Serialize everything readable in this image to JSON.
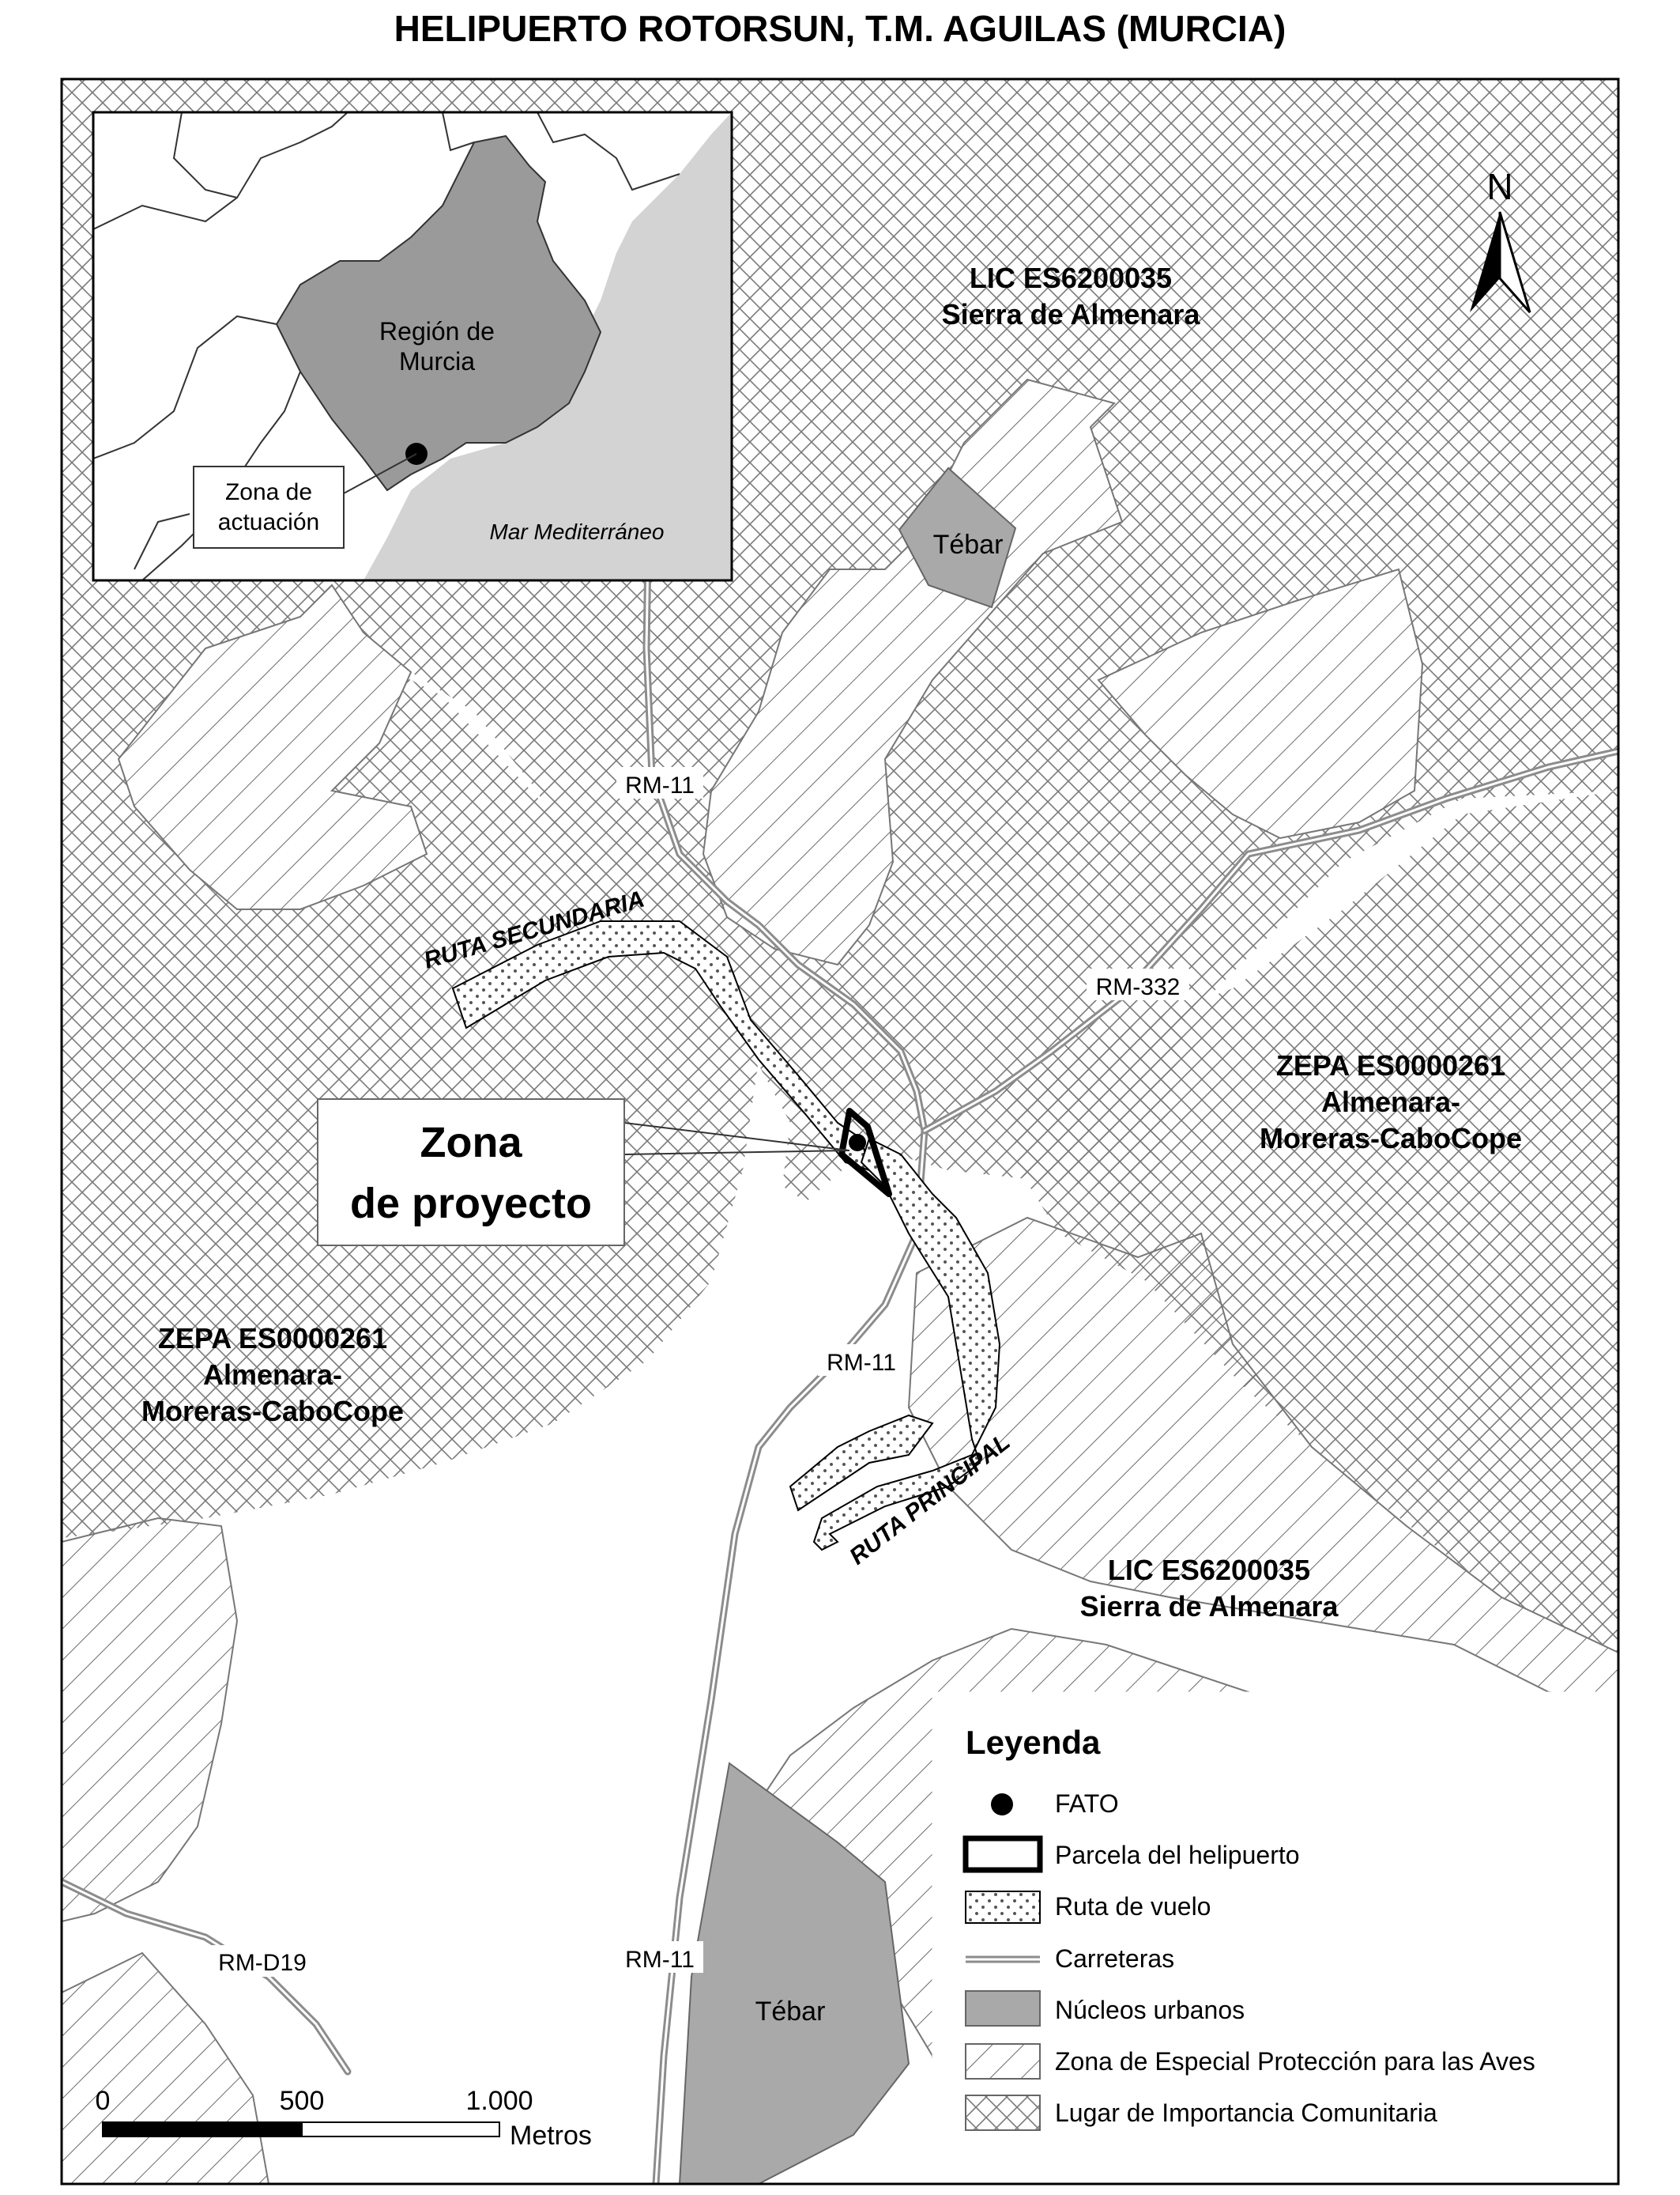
{
  "title": "HELIPUERTO ROTORSUN, T.M. AGUILAS (MURCIA)",
  "inset": {
    "region_label_1": "Región de",
    "region_label_2": "Murcia",
    "sea_label": "Mar Mediterráneo",
    "callout_1": "Zona de",
    "callout_2": "actuación"
  },
  "north_arrow": {
    "label": "N",
    "icon": "north-arrow-icon"
  },
  "labels": {
    "lic_north_1": "LIC ES6200035",
    "lic_north_2": "Sierra de Almenara",
    "lic_south_1": "LIC ES6200035",
    "lic_south_2": "Sierra de Almenara",
    "zepa_east_1": "ZEPA ES0000261",
    "zepa_east_2": "Almenara-",
    "zepa_east_3": "Moreras-CaboCope",
    "zepa_west_1": "ZEPA ES0000261",
    "zepa_west_2": "Almenara-",
    "zepa_west_3": "Moreras-CaboCope",
    "tebar_north": "Tébar",
    "tebar_south": "Tébar",
    "route_secondary": "RUTA SECUNDARIA",
    "route_main": "RUTA PRINCIPAL",
    "project_1": "Zona",
    "project_2": "de proyecto"
  },
  "roads": {
    "rm11_a": "RM-11",
    "rm11_b": "RM-11",
    "rm11_c": "RM-11",
    "rm332": "RM-332",
    "rmd19": "RM-D19"
  },
  "legend": {
    "title": "Leyenda",
    "items": [
      {
        "label": "FATO",
        "icon": "fato-point-icon"
      },
      {
        "label": "Parcela del helipuerto",
        "icon": "parcel-outline-icon"
      },
      {
        "label": "Ruta de vuelo",
        "icon": "dotted-route-icon"
      },
      {
        "label": "Carreteras",
        "icon": "road-line-icon"
      },
      {
        "label": "Núcleos urbanos",
        "icon": "urban-fill-icon"
      },
      {
        "label": "Zona de Especial Protección para las Aves",
        "icon": "cross-hatch-icon"
      },
      {
        "label": "Lugar de Importancia Comunitaria",
        "icon": "diagonal-hatch-icon"
      }
    ]
  },
  "scale_bar": {
    "tick_0": "0",
    "tick_1": "500",
    "tick_2": "1.000",
    "unit": "Metros"
  },
  "colors": {
    "urban": "#a9a9a9",
    "sea": "#d3d3d3",
    "region": "#9a9a9a",
    "road": "#8c8c8c"
  }
}
